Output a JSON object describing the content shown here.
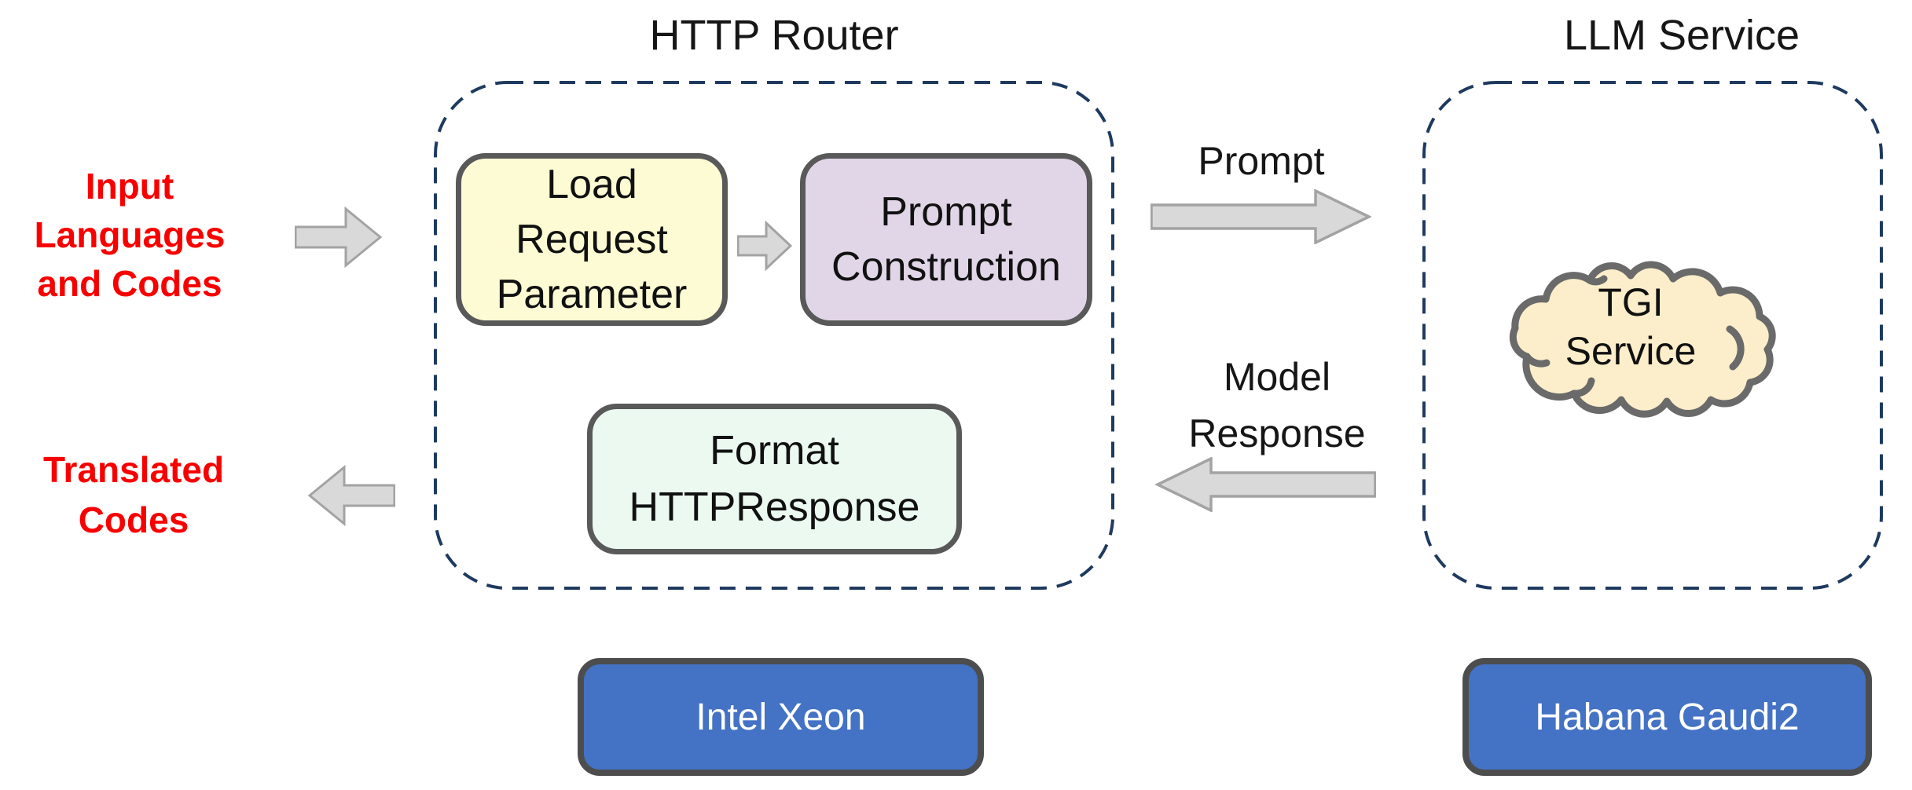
{
  "io": {
    "input": {
      "line1": "Input",
      "line2": "Languages",
      "line3": "and Codes"
    },
    "output": {
      "line1": "Translated",
      "line2": "Codes"
    }
  },
  "router": {
    "title": "HTTP Router",
    "load_box": {
      "line1": "Load",
      "line2": "Request",
      "line3": "Parameter"
    },
    "prompt_box": {
      "line1": "Prompt",
      "line2": "Construction"
    },
    "format_box": {
      "line1": "Format",
      "line2": "HTTPResponse"
    },
    "hardware": "Intel Xeon"
  },
  "llm": {
    "title": "LLM Service",
    "cloud": {
      "line1": "TGI",
      "line2": "Service"
    },
    "hardware": "Habana Gaudi2"
  },
  "flows": {
    "prompt_label": "Prompt",
    "response": {
      "line1": "Model",
      "line2": "Response"
    }
  },
  "colors": {
    "red_label": "#F80000",
    "dashed_border": "#1F3A5F",
    "node_border": "#595959",
    "load_fill": "#FCFBD4",
    "prompt_fill": "#E1D6E7",
    "format_fill": "#EBF9F1",
    "cloud_fill": "#FCEECB",
    "cloud_border": "#6A6A6A",
    "hardware_fill": "#4472C4",
    "hardware_text": "#FFFFFF",
    "arrow_fill": "#D9D9D9",
    "arrow_stroke": "#A3A3A3"
  }
}
